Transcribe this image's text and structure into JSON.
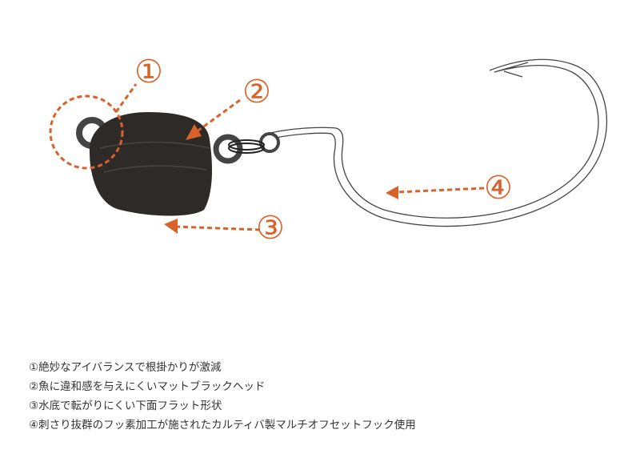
{
  "colors": {
    "accent": "#d9622b",
    "head": "#2e2a27",
    "outline": "#444444"
  },
  "callouts": [
    "①",
    "②",
    "③",
    "④"
  ],
  "features": [
    "①絶妙なアイバランスで根掛かりが激減",
    "②魚に違和感を与えにくいマットブラックヘッド",
    "③水底で転がりにくい下面フラット形状",
    "④刺さり抜群のフッ素加工が施されたカルティバ製マルチオフセットフック使用"
  ]
}
